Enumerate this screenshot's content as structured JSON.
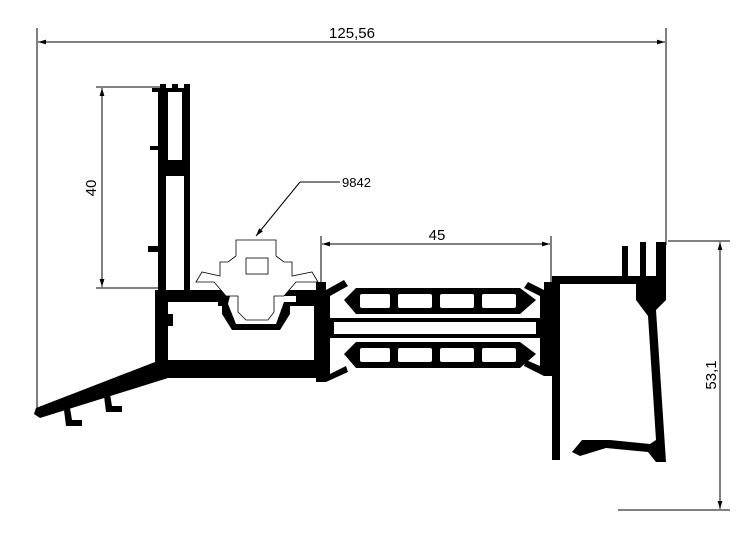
{
  "dimensions": {
    "overall_width": "125,56",
    "upper_height": "40",
    "glazing_width": "45",
    "right_height": "53,1"
  },
  "callout": {
    "part_number": "9842"
  },
  "colors": {
    "profile": "#000000",
    "background": "#ffffff",
    "gasket_fill": "#ffffff"
  }
}
